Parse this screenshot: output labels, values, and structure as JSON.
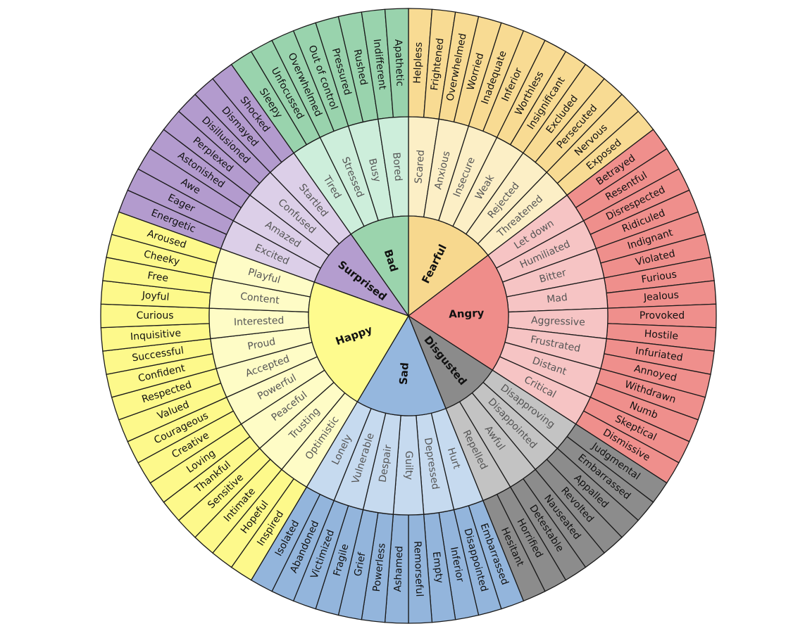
{
  "wheel": {
    "categories": [
      {
        "name": "Fearful",
        "colors": {
          "inner": "#f7d88e",
          "middle": "#fcefc6",
          "outer": "#f8db93"
        },
        "children": [
          {
            "name": "Scared",
            "children": [
              "Helpless",
              "Frightened"
            ]
          },
          {
            "name": "Anxious",
            "children": [
              "Overwhelmed",
              "Worried"
            ]
          },
          {
            "name": "Insecure",
            "children": [
              "Inadequate",
              "Inferior"
            ]
          },
          {
            "name": "Weak",
            "children": [
              "Worthless",
              "Insignificant"
            ]
          },
          {
            "name": "Rejected",
            "children": [
              "Excluded",
              "Persecuted"
            ]
          },
          {
            "name": "Threatened",
            "children": [
              "Nervous",
              "Exposed"
            ]
          }
        ]
      },
      {
        "name": "Angry",
        "colors": {
          "inner": "#ef8d8a",
          "middle": "#f6c4c4",
          "outer": "#ef8f8c"
        },
        "children": [
          {
            "name": "Let down",
            "children": [
              "Betrayed",
              "Resentful"
            ]
          },
          {
            "name": "Humiliated",
            "children": [
              "Disrespected",
              "Ridiculed"
            ]
          },
          {
            "name": "Bitter",
            "children": [
              "Indignant",
              "Violated"
            ]
          },
          {
            "name": "Mad",
            "children": [
              "Furious",
              "Jealous"
            ]
          },
          {
            "name": "Aggressive",
            "children": [
              "Provoked",
              "Hostile"
            ]
          },
          {
            "name": "Frustrated",
            "children": [
              "Infuriated",
              "Annoyed"
            ]
          },
          {
            "name": "Distant",
            "children": [
              "Withdrawn",
              "Numb"
            ]
          },
          {
            "name": "Critical",
            "children": [
              "Skeptical",
              "Dismissive"
            ]
          }
        ]
      },
      {
        "name": "Disgusted",
        "colors": {
          "inner": "#8b8b8b",
          "middle": "#c3c3c3",
          "outer": "#8c8c8c"
        },
        "children": [
          {
            "name": "Disapproving",
            "children": [
              "Judgmental",
              "Embarrassed"
            ]
          },
          {
            "name": "Disappointed",
            "children": [
              "Appalled",
              "Revolted"
            ]
          },
          {
            "name": "Awful",
            "children": [
              "Nauseated",
              "Detestable"
            ]
          },
          {
            "name": "Repelled",
            "children": [
              "Horrified",
              "Hesitant"
            ]
          }
        ]
      },
      {
        "name": "Sad",
        "colors": {
          "inner": "#95b7de",
          "middle": "#c6daef",
          "outer": "#93b5dc"
        },
        "children": [
          {
            "name": "Hurt",
            "children": [
              "Embarrassed",
              "Disappointed"
            ]
          },
          {
            "name": "Depressed",
            "children": [
              "Inferior",
              "Empty"
            ]
          },
          {
            "name": "Guilty",
            "children": [
              "Remorseful",
              "Ashamed"
            ]
          },
          {
            "name": "Despair",
            "children": [
              "Powerless",
              "Grief"
            ]
          },
          {
            "name": "Vulnerable",
            "children": [
              "Fragile",
              "Victimized"
            ]
          },
          {
            "name": "Lonely",
            "children": [
              "Abandoned",
              "Isolated"
            ]
          }
        ]
      },
      {
        "name": "Happy",
        "colors": {
          "inner": "#fefb8e",
          "middle": "#fefcc6",
          "outer": "#fdf98b"
        },
        "children": [
          {
            "name": "Optimistic",
            "children": [
              "Inspired",
              "Hopeful"
            ]
          },
          {
            "name": "Trusting",
            "children": [
              "Intimate",
              "Sensitive"
            ]
          },
          {
            "name": "Peaceful",
            "children": [
              "Thankful",
              "Loving"
            ]
          },
          {
            "name": "Powerful",
            "children": [
              "Creative",
              "Courageous"
            ]
          },
          {
            "name": "Accepted",
            "children": [
              "Valued",
              "Respected"
            ]
          },
          {
            "name": "Proud",
            "children": [
              "Confident",
              "Successful"
            ]
          },
          {
            "name": "Interested",
            "children": [
              "Inquisitive",
              "Curious"
            ]
          },
          {
            "name": "Content",
            "children": [
              "Joyful",
              "Free"
            ]
          },
          {
            "name": "Playful",
            "children": [
              "Cheeky",
              "Aroused"
            ]
          }
        ]
      },
      {
        "name": "Surprised",
        "colors": {
          "inner": "#b49dcf",
          "middle": "#dccfe8",
          "outer": "#b39bce"
        },
        "children": [
          {
            "name": "Excited",
            "children": [
              "Energetic",
              "Eager"
            ]
          },
          {
            "name": "Amazed",
            "children": [
              "Awe",
              "Astonished"
            ]
          },
          {
            "name": "Confused",
            "children": [
              "Perplexed",
              "Disillusioned"
            ]
          },
          {
            "name": "Startled",
            "children": [
              "Dismayed",
              "Shocked"
            ]
          }
        ]
      },
      {
        "name": "Bad",
        "colors": {
          "inner": "#9bd4ad",
          "middle": "#cdeedb",
          "outer": "#99d3ad"
        },
        "children": [
          {
            "name": "Tired",
            "children": [
              "Sleepy",
              "Unfocussed"
            ]
          },
          {
            "name": "Stressed",
            "children": [
              "Overwhelmed",
              "Out of control"
            ]
          },
          {
            "name": "Busy",
            "children": [
              "Pressured",
              "Rushed"
            ]
          },
          {
            "name": "Bored",
            "children": [
              "Indifferent",
              "Apathetic"
            ]
          }
        ]
      }
    ]
  }
}
